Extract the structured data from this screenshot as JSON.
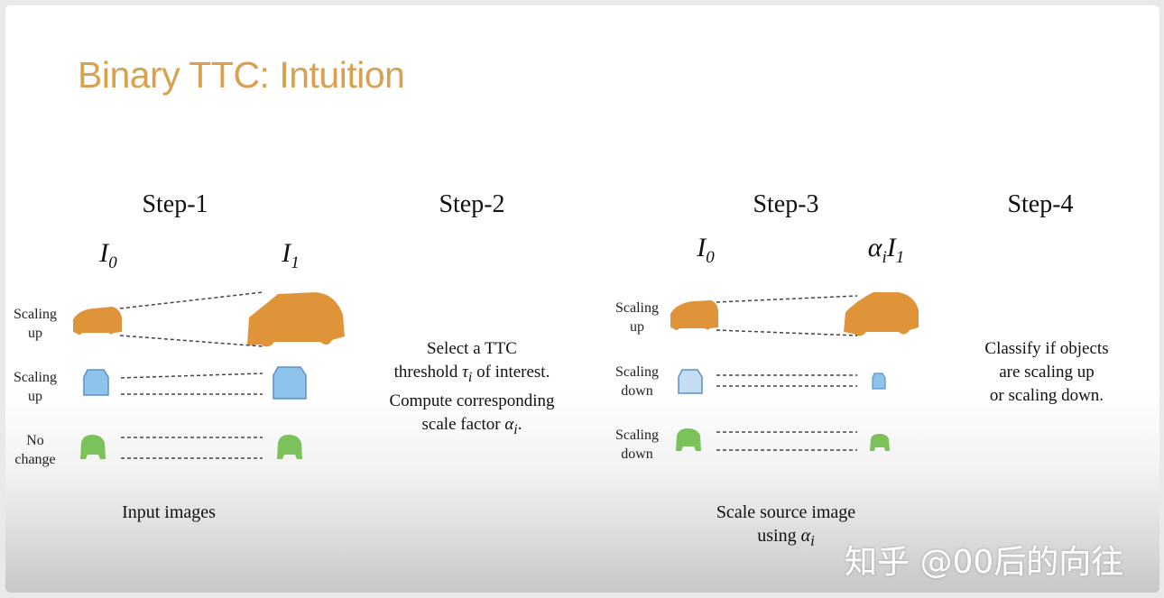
{
  "title": "Binary TTC: Intuition",
  "steps": [
    "Step-1",
    "Step-2",
    "Step-3",
    "Step-4"
  ],
  "step1": {
    "left_label": "I",
    "left_sub": "0",
    "right_label": "I",
    "right_sub": "1",
    "rows": [
      {
        "label_line1": "Scaling",
        "label_line2": "up"
      },
      {
        "label_line1": "Scaling",
        "label_line2": "up"
      },
      {
        "label_line1": "No",
        "label_line2": "change"
      }
    ],
    "caption": "Input images"
  },
  "step2": {
    "line1": "Select a TTC",
    "line2_a": "threshold ",
    "line2_sym": "τ",
    "line2_sub": "i",
    "line2_b": " of interest.",
    "line3": "Compute corresponding",
    "line4_a": "scale factor ",
    "line4_sym": "α",
    "line4_sub": "i",
    "line4_b": "."
  },
  "step3": {
    "left_label": "I",
    "left_sub": "0",
    "right_alpha": "α",
    "right_alpha_sub": "i",
    "right_label": "I",
    "right_sub": "1",
    "rows": [
      {
        "label_line1": "Scaling",
        "label_line2": "up"
      },
      {
        "label_line1": "Scaling",
        "label_line2": "down"
      },
      {
        "label_line1": "Scaling",
        "label_line2": "down"
      }
    ],
    "caption_line1": "Scale source image",
    "caption_line2_a": "using ",
    "caption_sym": "α",
    "caption_sub": "i"
  },
  "step4": {
    "line1": "Classify if objects",
    "line2": "are scaling up",
    "line3": "or scaling down."
  },
  "colors": {
    "title": "#d9a04f",
    "car_orange": "#e0943a",
    "box_blue": "#8ec4ec",
    "box_blue_outline": "#5f8fc4",
    "box_green": "#7cc25a"
  },
  "watermark": "知乎 @00后的向往"
}
